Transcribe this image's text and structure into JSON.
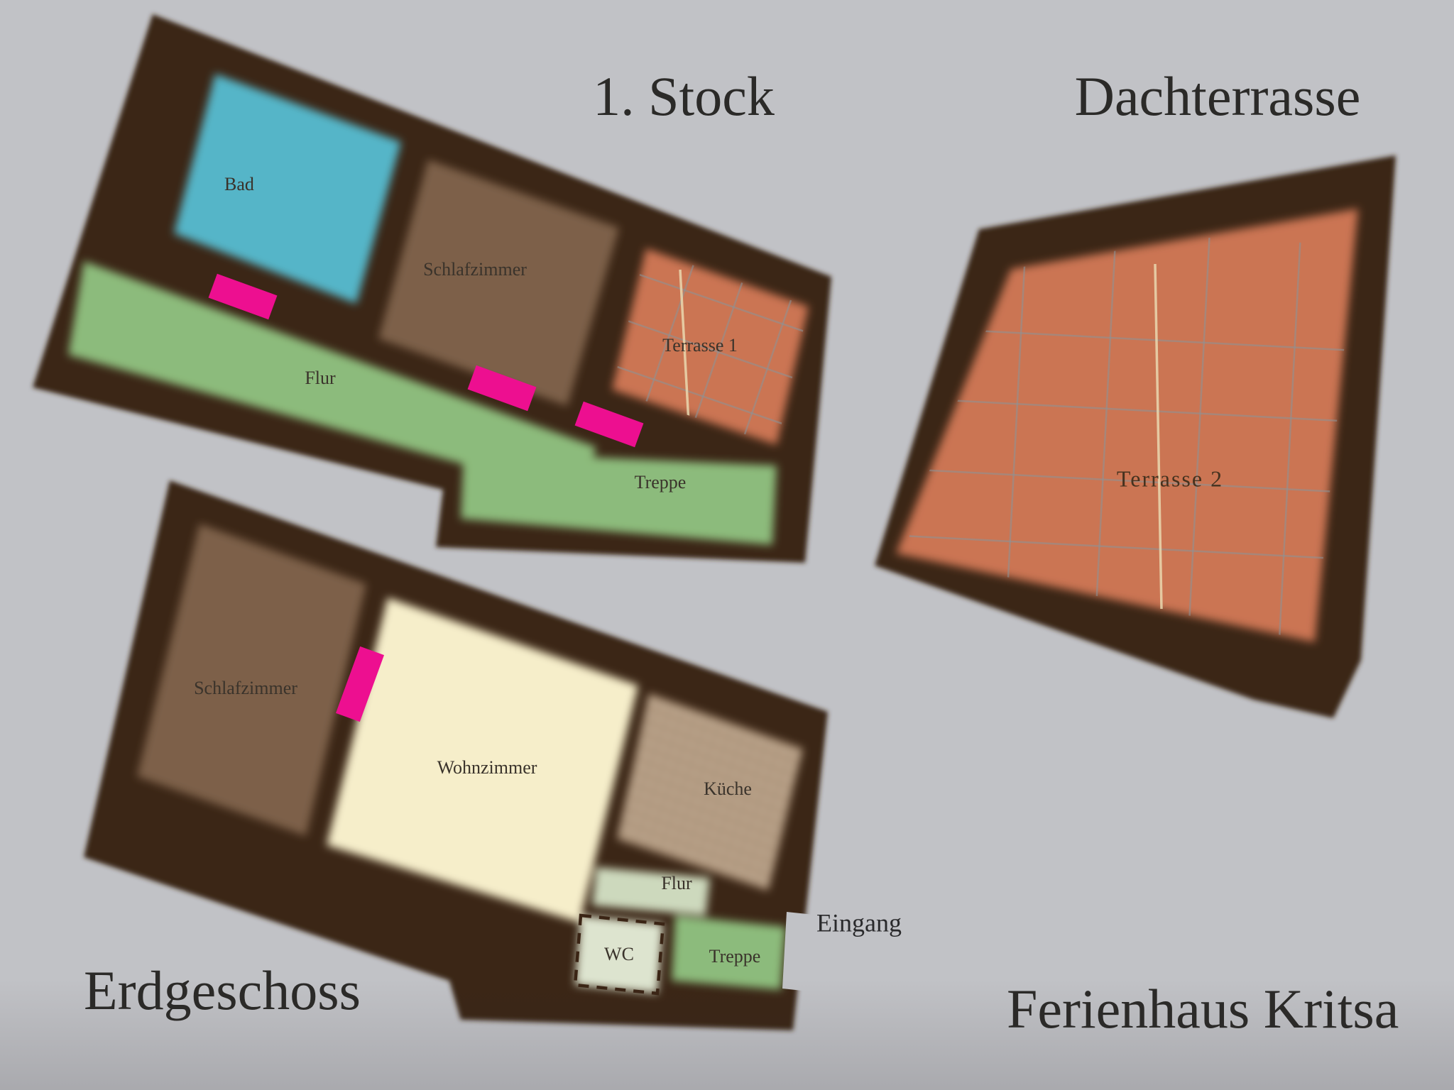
{
  "page": {
    "background": "#c1c2c6"
  },
  "project": {
    "name": "Ferienhaus Kritsa"
  },
  "colors": {
    "wall": "#3b2515",
    "door": "#ed0f90",
    "bad": "#55b5c8",
    "schlafzimmer": "#7d6148",
    "terrasse": "#cb7452",
    "flur": "#8cbb7b",
    "flur_light": "#cdd9bd",
    "wc": "#dde4cf",
    "wohnzimmer": "#f6eeca",
    "kueche": "#b29a80",
    "grid": "#8b9499",
    "seam": "#ecdfb6"
  },
  "floors": {
    "first": {
      "title": "1. Stock",
      "rooms": {
        "bad": "Bad",
        "schlafzimmer": "Schlafzimmer",
        "terrasse1": "Terrasse 1",
        "flur": "Flur",
        "treppe": "Treppe"
      }
    },
    "roof": {
      "title": "Dachterrasse",
      "rooms": {
        "terrasse2": "Terrasse 2"
      }
    },
    "ground": {
      "title": "Erdgeschoss",
      "rooms": {
        "schlafzimmer": "Schlafzimmer",
        "wohnzimmer": "Wohnzimmer",
        "kueche": "Küche",
        "flur": "Flur",
        "wc": "WC",
        "treppe": "Treppe"
      },
      "entrance_label": "Eingang"
    }
  }
}
